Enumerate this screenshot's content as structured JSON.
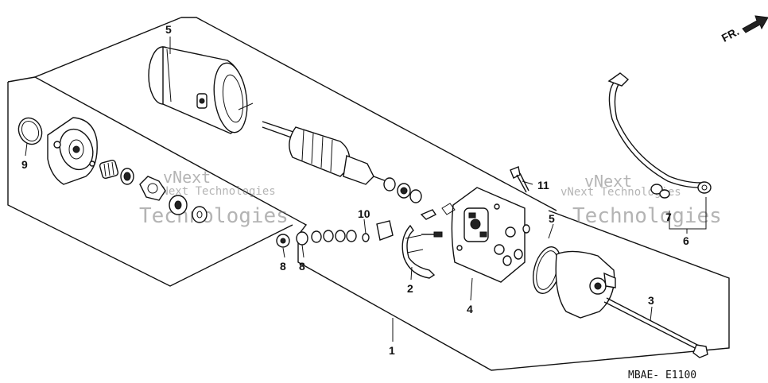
{
  "diagram": {
    "callouts": {
      "c1": "1",
      "c2": "2",
      "c3": "3",
      "c4": "4",
      "c5a": "5",
      "c5b": "5",
      "c6": "6",
      "c7": "7",
      "c8a": "8",
      "c8b": "8",
      "c9": "9",
      "c10": "10",
      "c11": "11"
    },
    "direction_label": "FR.",
    "figure_code": "MBAE- E1100",
    "watermarks": {
      "w1": "vNext",
      "w2": "Technologies",
      "w3": "vNext Technologies",
      "w4": "vNext",
      "w5": "Technologies",
      "w6": "vNext Technologies"
    }
  }
}
